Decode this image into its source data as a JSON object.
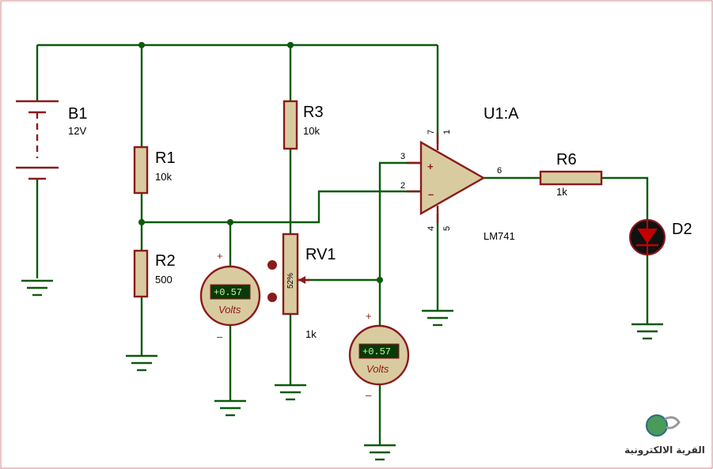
{
  "components": {
    "b1": {
      "ref": "B1",
      "value": "12V"
    },
    "r1": {
      "ref": "R1",
      "value": "10k"
    },
    "r2": {
      "ref": "R2",
      "value": "500"
    },
    "r3": {
      "ref": "R3",
      "value": "10k"
    },
    "rv1": {
      "ref": "RV1",
      "value": "1k",
      "wiper": "52%"
    },
    "u1": {
      "ref": "U1:A",
      "part": "LM741",
      "pins": {
        "p7": "7",
        "p1": "1",
        "p3": "3",
        "p2": "2",
        "p6": "6",
        "p4": "4",
        "p5": "5"
      }
    },
    "r6": {
      "ref": "R6",
      "value": "1k"
    },
    "d2": {
      "ref": "D2"
    }
  },
  "meters": {
    "left": {
      "reading": "+0.57",
      "unit": "Volts",
      "plus": "+",
      "minus": "–"
    },
    "right": {
      "reading": "+0.57",
      "unit": "Volts",
      "plus": "+",
      "minus": "–"
    }
  },
  "opamp_signs": {
    "noninv": "+",
    "inv": "–"
  },
  "logo": {
    "text": "القرية الالكترونية"
  },
  "colors": {
    "wire": "#0b5a0b",
    "component": "#8b1a1a",
    "fill": "#d9cba0",
    "led": "#c40000"
  }
}
